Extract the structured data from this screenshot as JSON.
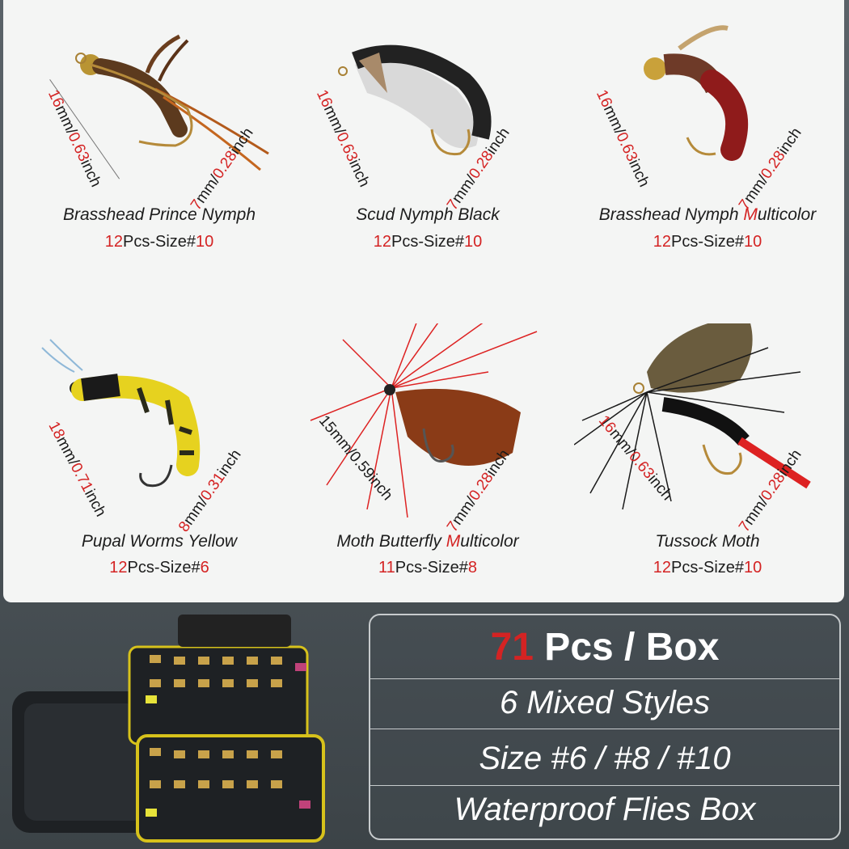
{
  "flies": [
    {
      "name_a": "Brasshead Prince Nymph",
      "name_b": "",
      "name_c": "",
      "qty_count": "12",
      "qty_mid": "Pcs-Size#",
      "qty_size": "10",
      "len_num": "16",
      "len_mm": "mm/",
      "len_in_num": "0.63",
      "len_in": "inch",
      "w_num": "7",
      "w_mm": "mm/",
      "w_in_num": "0.28",
      "w_in": "inch"
    },
    {
      "name_a": "Scud Nymph Black",
      "name_b": "",
      "name_c": "",
      "qty_count": "12",
      "qty_mid": "Pcs-Size#",
      "qty_size": "10",
      "len_num": "16",
      "len_mm": "mm/",
      "len_in_num": "0.63",
      "len_in": "inch",
      "w_num": "7",
      "w_mm": "mm/",
      "w_in_num": "0.28",
      "w_in": "inch"
    },
    {
      "name_a": "Brasshead Nymph ",
      "name_b": "M",
      "name_c": "ulticolor",
      "qty_count": "12",
      "qty_mid": "Pcs-Size#",
      "qty_size": "10",
      "len_num": "16",
      "len_mm": "mm/",
      "len_in_num": "0.63",
      "len_in": "inch",
      "w_num": "7",
      "w_mm": "mm/",
      "w_in_num": "0.28",
      "w_in": "inch"
    },
    {
      "name_a": "Pupal Worms Yellow",
      "name_b": "",
      "name_c": "",
      "qty_count": "12",
      "qty_mid": "Pcs-Size#",
      "qty_size": "6",
      "len_num": "18",
      "len_mm": "mm/",
      "len_in_num": "0.71",
      "len_in": "inch",
      "w_num": "8",
      "w_mm": "mm/",
      "w_in_num": "0.31",
      "w_in": "inch"
    },
    {
      "name_a": "Moth Butterfly ",
      "name_b": "M",
      "name_c": "ulticolor",
      "qty_count": "11",
      "qty_mid": "Pcs-Size#",
      "qty_size": "8",
      "len_num": "",
      "len_mm": "15mm/0.59inch",
      "len_in_num": "",
      "len_in": "",
      "w_num": "7",
      "w_mm": "mm/",
      "w_in_num": "0.28",
      "w_in": "inch"
    },
    {
      "name_a": "Tussock Moth",
      "name_b": "",
      "name_c": "",
      "qty_count": "12",
      "qty_mid": "Pcs-Size#",
      "qty_size": "10",
      "len_num": "16",
      "len_mm": "mm/",
      "len_in_num": "0.63",
      "len_in": "inch",
      "w_num": "7",
      "w_mm": "mm/",
      "w_in_num": "0.28",
      "w_in": "inch"
    }
  ],
  "specs": {
    "count_num": "71",
    "count_text": " Pcs /  Box",
    "styles": "6 Mixed Styles",
    "sizes": "Size #6 / #8 / #10",
    "box": "Waterproof Flies Box"
  },
  "colors": {
    "accent_red": "#d42323",
    "panel_bg": "#f4f5f4",
    "dark_bg": "#4a5257"
  }
}
